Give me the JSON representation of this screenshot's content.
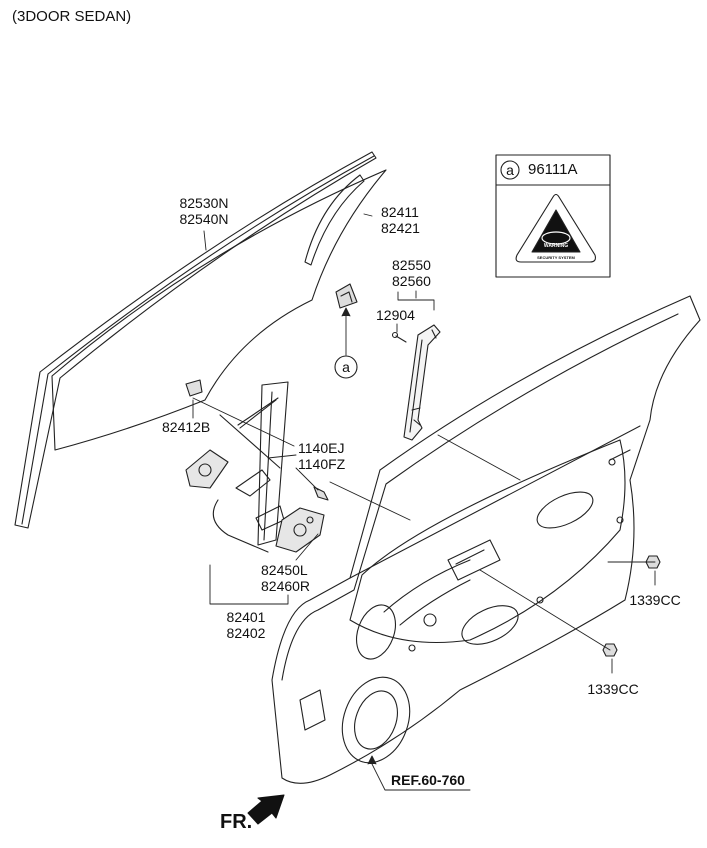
{
  "header": {
    "variant": "(3DOOR SEDAN)"
  },
  "parts": {
    "p82530N": "82530N",
    "p82540N": "82540N",
    "p82411": "82411",
    "p82421": "82421",
    "p82550": "82550",
    "p82560": "82560",
    "p12904": "12904",
    "p82412B": "82412B",
    "p1140EJ": "1140EJ",
    "p1140FZ": "1140FZ",
    "p82450L": "82450L",
    "p82460R": "82460R",
    "p82401": "82401",
    "p82402": "82402",
    "p1339CC_a": "1339CC",
    "p1339CC_b": "1339CC"
  },
  "callout": {
    "marker": "a"
  },
  "detail_box": {
    "marker": "a",
    "code": "96111A",
    "badge_top": "WARNING",
    "badge_bottom": "SECURITY SYSTEM"
  },
  "reference": "REF.60-760",
  "front_arrow": "FR."
}
